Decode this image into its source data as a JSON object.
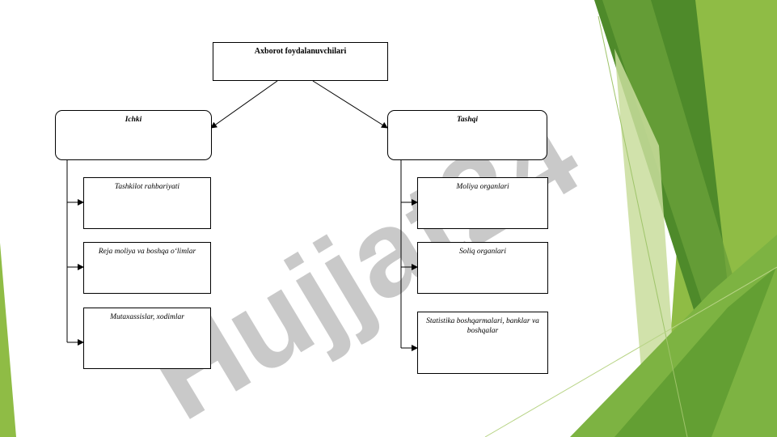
{
  "slide": {
    "colors": {
      "background": "#ffffff",
      "accent_dark": "#4e8a2a",
      "accent_light": "#8fbc45",
      "accent_pale": "#c9dd9c",
      "watermark_text": "#c9c9c9",
      "watermark_accent": "#d6c8f7"
    }
  },
  "diagram": {
    "root": {
      "label": "Axborot foydalanuvchilari"
    },
    "internal": {
      "label": "Ichki",
      "items": [
        "Tashkilot rahbariyati",
        "Reja moliya va boshqa o‘limlar",
        "Mutaxassislar, xodimlar"
      ]
    },
    "external": {
      "label": "Tashqi",
      "items": [
        "Moliya organlari",
        "Soliq organlari",
        "Statistika boshqarmalari, banklar va boshqalar"
      ]
    }
  },
  "watermark": {
    "text": "Hujjat24"
  }
}
